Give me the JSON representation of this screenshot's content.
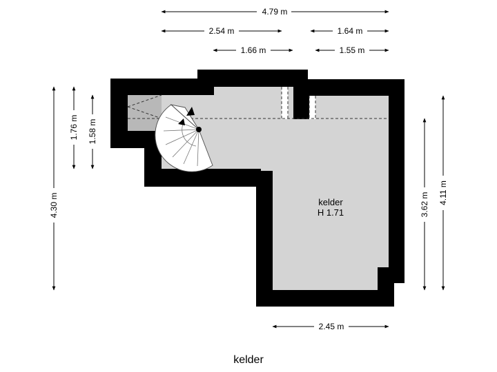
{
  "floor_title": "kelder",
  "room": {
    "name": "kelder",
    "height": "H 1.71"
  },
  "dimensions": {
    "top_total": "4.79 m",
    "top_left": "2.54 m",
    "top_right": "1.64 m",
    "mid_left": "1.66 m",
    "mid_right": "1.55 m",
    "left_outer": "4.30 m",
    "left_upper_1": "1.76 m",
    "left_upper_2": "1.58 m",
    "right_inner": "3.62 m",
    "right_outer": "4.11 m",
    "bottom": "2.45 m"
  },
  "colors": {
    "wall": "#000000",
    "floor": "#d4d4d4",
    "alcove": "#b8b8b8",
    "dimension_line": "#000000"
  }
}
